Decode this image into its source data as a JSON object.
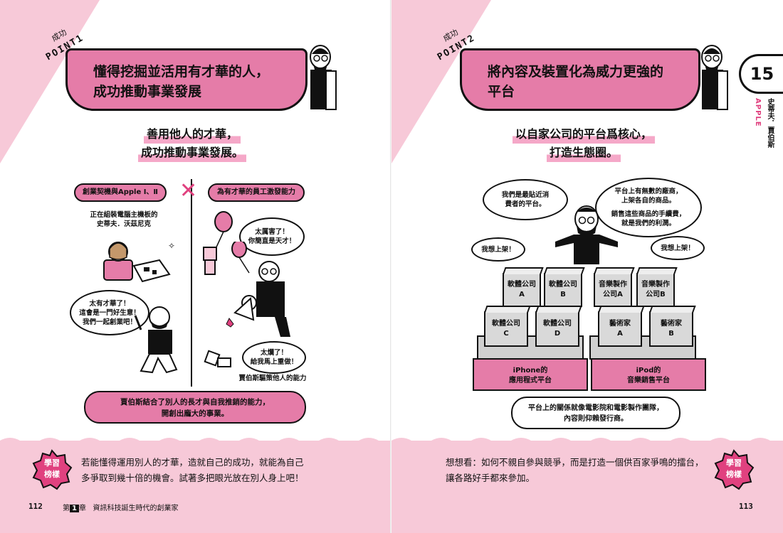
{
  "left": {
    "point_small": "成功",
    "point_label": "POINT1",
    "banner_line1": "懂得挖掘並活用有才華的人，",
    "banner_line2": "成功推動事業發展",
    "subtitle_line1": "善用他人的才華，",
    "subtitle_line2": "成功推動事業發展。",
    "pill_left": "創業契機與Apple Ⅰ、Ⅱ",
    "pill_right": "為有才華的員工激發能力",
    "caption_wozniak_1": "正在組裝電腦主機板的",
    "caption_wozniak_2": "史蒂夫．沃茲尼克",
    "bubble_talent_1": "太有才華了！",
    "bubble_talent_2": "這會是一門好生意！",
    "bubble_talent_3": "我們一起創業吧！",
    "bubble_genius_1": "太厲害了！",
    "bubble_genius_2": "你簡直是天才！",
    "bubble_bad_1": "太爛了！",
    "bubble_bad_2": "給我馬上重做！",
    "caption_drive": "賈伯斯驅策他人的能力",
    "bottom_pill_1": "賈伯斯結合了別人的長才與自我推銷的能力，",
    "bottom_pill_2": "開創出龐大的事業。",
    "learn_1": "學習",
    "learn_2": "榜樣",
    "footer_line1": "若能懂得運用別人的才華，造就自己的成功，就能為自己",
    "footer_line2": "多爭取到幾十倍的機會。試著多把眼光放在別人身上吧！",
    "page_number": "112",
    "chapter_prefix": "第",
    "chapter_num": "1",
    "chapter_suffix": "章",
    "chapter_title": "資訊科技誕生時代的創業家"
  },
  "right": {
    "point_small": "成功",
    "point_label": "POINT2",
    "banner_line1": "將內容及裝置化為威力更強的",
    "banner_line2": "平台",
    "subtitle_line1": "以自家公司的平台爲核心，",
    "subtitle_line2": "打造生態圈。",
    "bubble_consumer_1": "我們是最貼近消",
    "bubble_consumer_2": "費者的平台。",
    "bubble_vendors_1": "平台上有無數的廠商，",
    "bubble_vendors_2": "上架各自的商品。",
    "bubble_vendors_3": "銷售這些商品的手續費，",
    "bubble_vendors_4": "就是我們的利潤。",
    "bubble_want_left": "我想上架！",
    "bubble_want_right": "我想上架！",
    "boxes_back": [
      "軟體公司\nA",
      "軟體公司\nB",
      "音樂製作\n公司A",
      "音樂製作\n公司B"
    ],
    "boxes_front": [
      "軟體公司\nC",
      "軟體公司\nD",
      "藝術家\nA",
      "藝術家\nB"
    ],
    "platform_left_1": "iPhone的",
    "platform_left_2": "應用程式平台",
    "platform_right_1": "iPod的",
    "platform_right_2": "音樂銷售平台",
    "bottom_bubble_1": "平台上的關係就像電影院和電影製作團隊，",
    "bottom_bubble_2": "內容則仰賴發行商。",
    "footer_line1": "想想看：如何不親自參與競爭，而是打造一個供百家爭鳴的擂台，",
    "footer_line2": "讓各路好手都來參加。",
    "learn_1": "學習",
    "learn_2": "榜樣",
    "page_number": "113",
    "chapter_tab": "15",
    "side_apple": "APPLE",
    "side_name": "史蒂夫．賈伯斯"
  },
  "colors": {
    "pink": "#e57ca8",
    "light_pink": "#f7c9d8",
    "accent": "#e0417f",
    "box_gray": "#d9d9d9"
  }
}
